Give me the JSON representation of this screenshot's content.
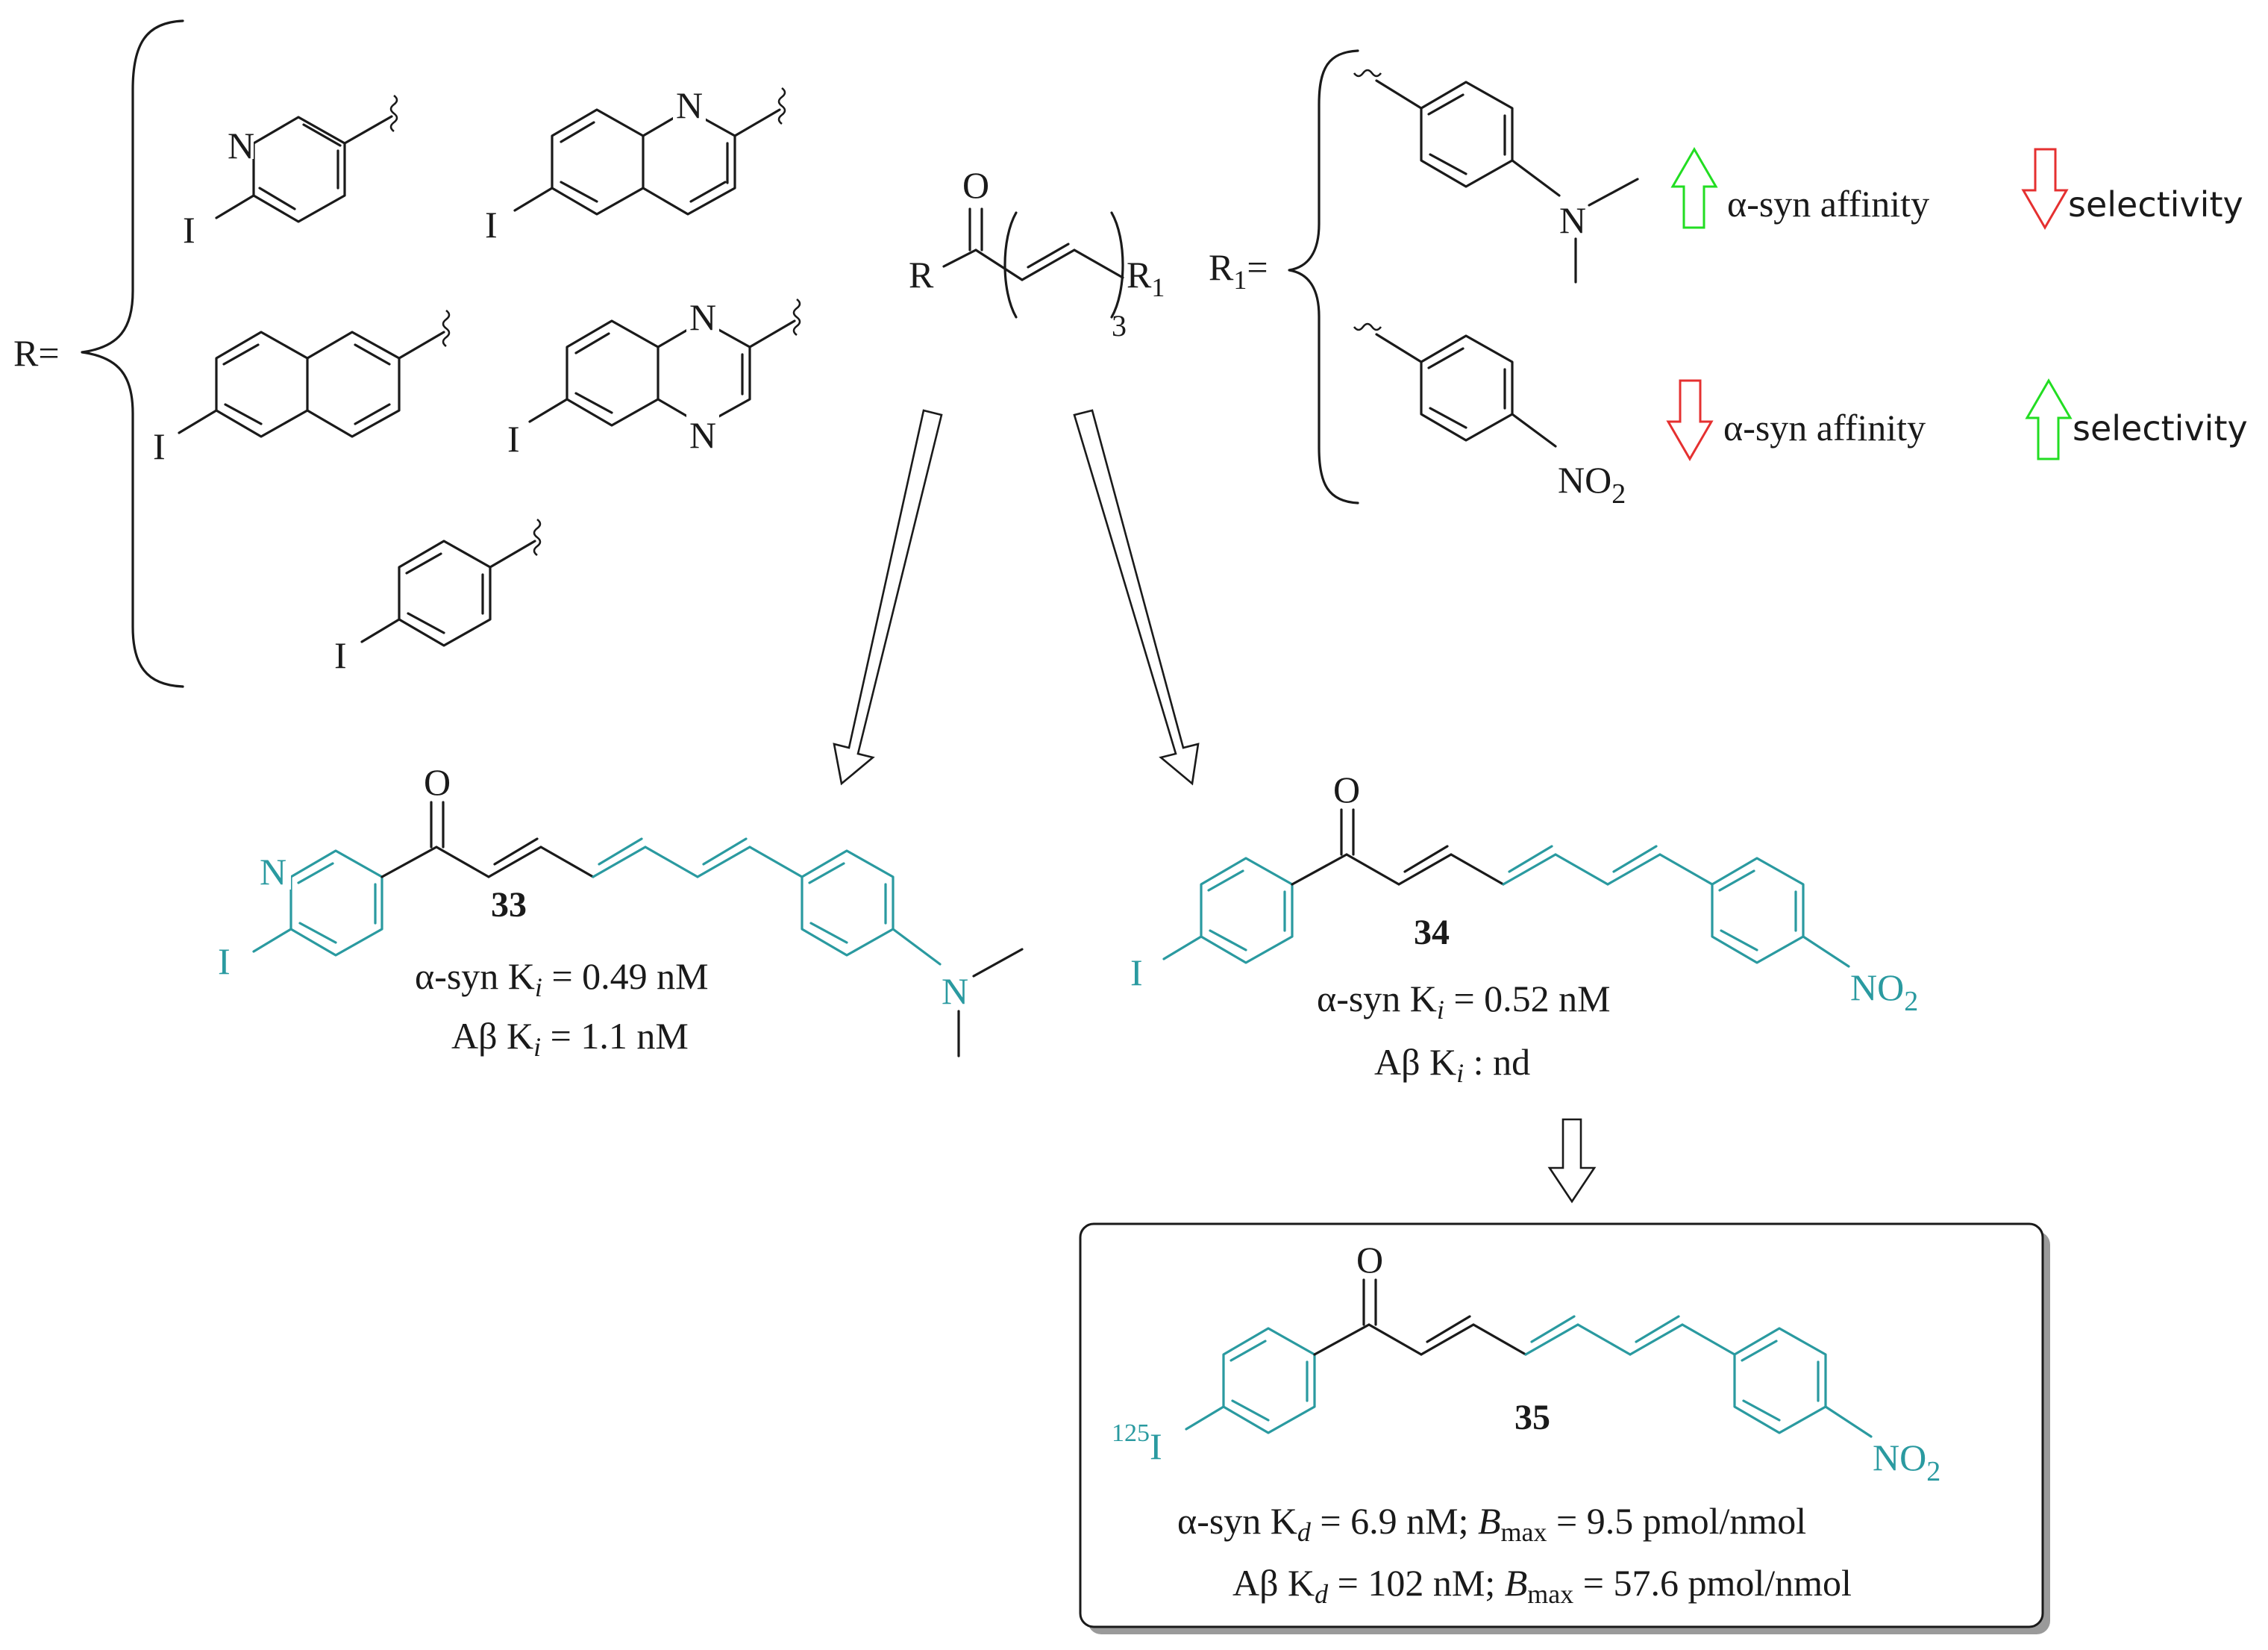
{
  "labels": {
    "R_eq": "R=",
    "R1_eq_main": "R",
    "R1_eq_sub": "1",
    "R1_eq_tail": "=",
    "O": "O",
    "N": "N",
    "I": "I",
    "R_generic": "R",
    "R1_generic_main": "R",
    "R1_generic_sub": "1",
    "repeat_sub": "3",
    "NO2_main": "NO",
    "NO2_sub": "2",
    "iso_sup": "125",
    "iso_I": "I"
  },
  "annotations": {
    "dma_affinity": "α-syn affinity",
    "dma_selectivity": "selectivity",
    "nitro_affinity": "α-syn affinity",
    "nitro_selectivity": "selectivity"
  },
  "compounds": {
    "c33": {
      "number": "33",
      "line1_prefix": "α-syn K",
      "line1_sub": "i",
      "line1_value": " = 0.49 nM",
      "line2_prefix": "Aβ K",
      "line2_sub": "i",
      "line2_value": " = 1.1 nM"
    },
    "c34": {
      "number": "34",
      "line1_prefix": "α-syn K",
      "line1_sub": "i",
      "line1_value": " = 0.52 nM",
      "line2_prefix": "Aβ K",
      "line2_sub": "i",
      "line2_value": " : nd"
    },
    "c35": {
      "number": "35",
      "line1_prefix": "α-syn K",
      "line1_sub": "d",
      "line1_mid": " = 6.9 nM; ",
      "line1_B": "B",
      "line1_Bsub": "max",
      "line1_value": " = 9.5 pmol/nmol",
      "line2_prefix": "Aβ K",
      "line2_sub": "d",
      "line2_mid": " = 102 nM; ",
      "line2_B": "B",
      "line2_Bsub": "max",
      "line2_value": " = 57.6 pmol/nmol"
    }
  },
  "colors": {
    "highlight": "#2a9aa0",
    "increase": "#22dd22",
    "decrease": "#e53030"
  }
}
